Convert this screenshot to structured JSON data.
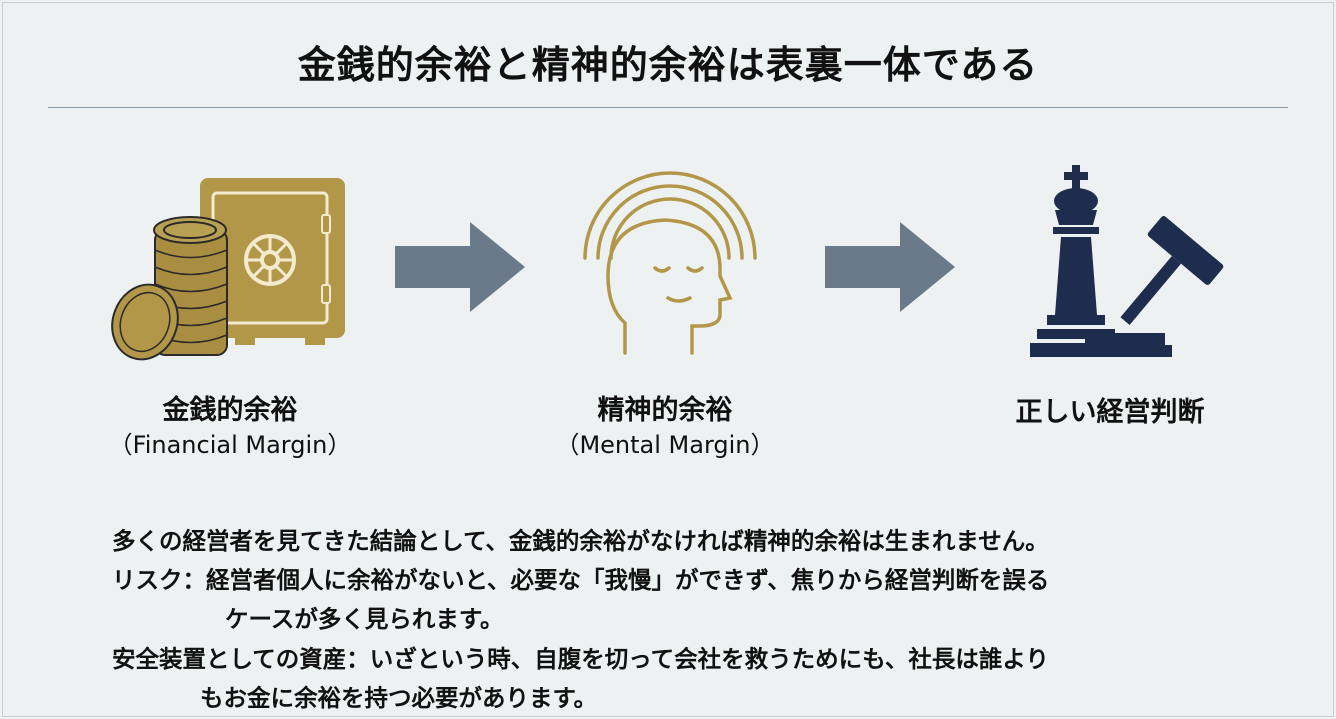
{
  "title": "金銭的余裕と精神的余裕は表裏一体である",
  "steps": [
    {
      "label": "金銭的余裕",
      "sub": "（Financial Margin）",
      "icon": "coins-safe-icon"
    },
    {
      "label": "精神的余裕",
      "sub": "（Mental Margin）",
      "icon": "calm-head-icon"
    },
    {
      "label": "正しい経営判断",
      "icon": "chess-king-gavel-icon"
    }
  ],
  "body": {
    "line1": "多くの経営者を見てきた結論として、金銭的余裕がなければ精神的余裕は生まれません。",
    "risk_line1": "リスク：経営者個人に余裕がないと、必要な「我慢」ができず、焦りから経営判断を誤る",
    "risk_line2": "ケースが多く見られます。",
    "asset_line1": "安全装置としての資産：いざという時、自腹を切って会社を救うためにも、社長は誰より",
    "asset_line2": "もお金に余裕を持つ必要があります。"
  },
  "colors": {
    "gold": "#b39748",
    "navy": "#1e2d4d",
    "arrow": "#6a7a8b",
    "bg": "#eef1f2"
  }
}
